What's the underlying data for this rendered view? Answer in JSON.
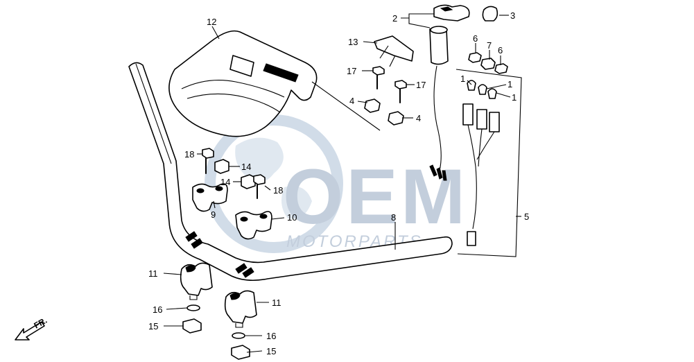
{
  "watermark": {
    "logo_text": "OEM",
    "sub_text": "MOTORPARTS",
    "color": "#b9c6d6",
    "globe_color": "#c9d6e5"
  },
  "direction_marker": "FR.",
  "callouts": {
    "c1a": "1",
    "c1b": "1",
    "c1c": "1",
    "c2": "2",
    "c3": "3",
    "c4a": "4",
    "c4b": "4",
    "c5": "5",
    "c6a": "6",
    "c6b": "6",
    "c7": "7",
    "c8": "8",
    "c9": "9",
    "c10": "10",
    "c11a": "11",
    "c11b": "11",
    "c12": "12",
    "c13": "13",
    "c14a": "14",
    "c14b": "14",
    "c15a": "15",
    "c15b": "15",
    "c16a": "16",
    "c16b": "16",
    "c17a": "17",
    "c17b": "17",
    "c18a": "18",
    "c18b": "18"
  }
}
